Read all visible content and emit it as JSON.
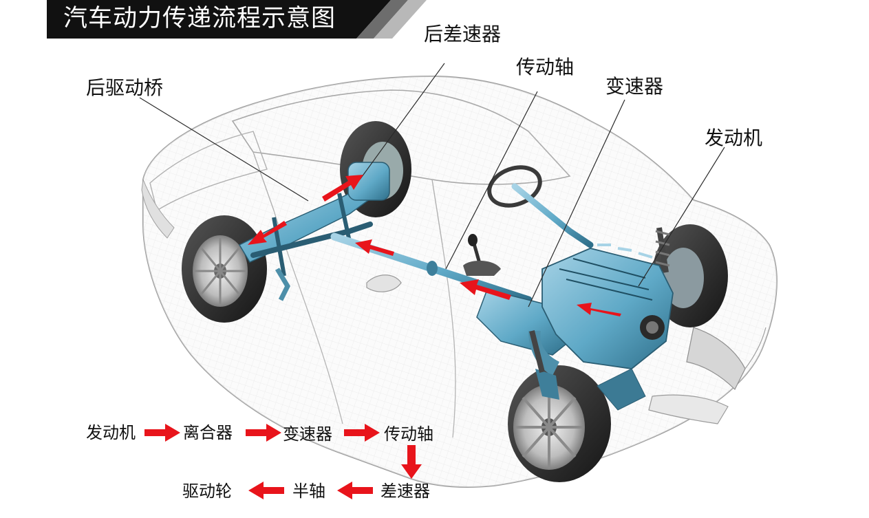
{
  "title": "汽车动力传递流程示意图",
  "labels": {
    "rear_differential": "后差速器",
    "rear_drive_axle": "后驱动桥",
    "drive_shaft": "传动轴",
    "transmission": "变速器",
    "engine": "发动机"
  },
  "flow": {
    "engine": "发动机",
    "clutch": "离合器",
    "transmission": "变速器",
    "drive_shaft": "传动轴",
    "differential": "差速器",
    "half_shaft": "半轴",
    "drive_wheel": "驱动轮"
  },
  "colors": {
    "arrow": "#e8141b",
    "chassis": "#5fa9c7",
    "car_outline": "#9a9a9a",
    "tire": "#2a2a2a",
    "banner": "#111111"
  }
}
